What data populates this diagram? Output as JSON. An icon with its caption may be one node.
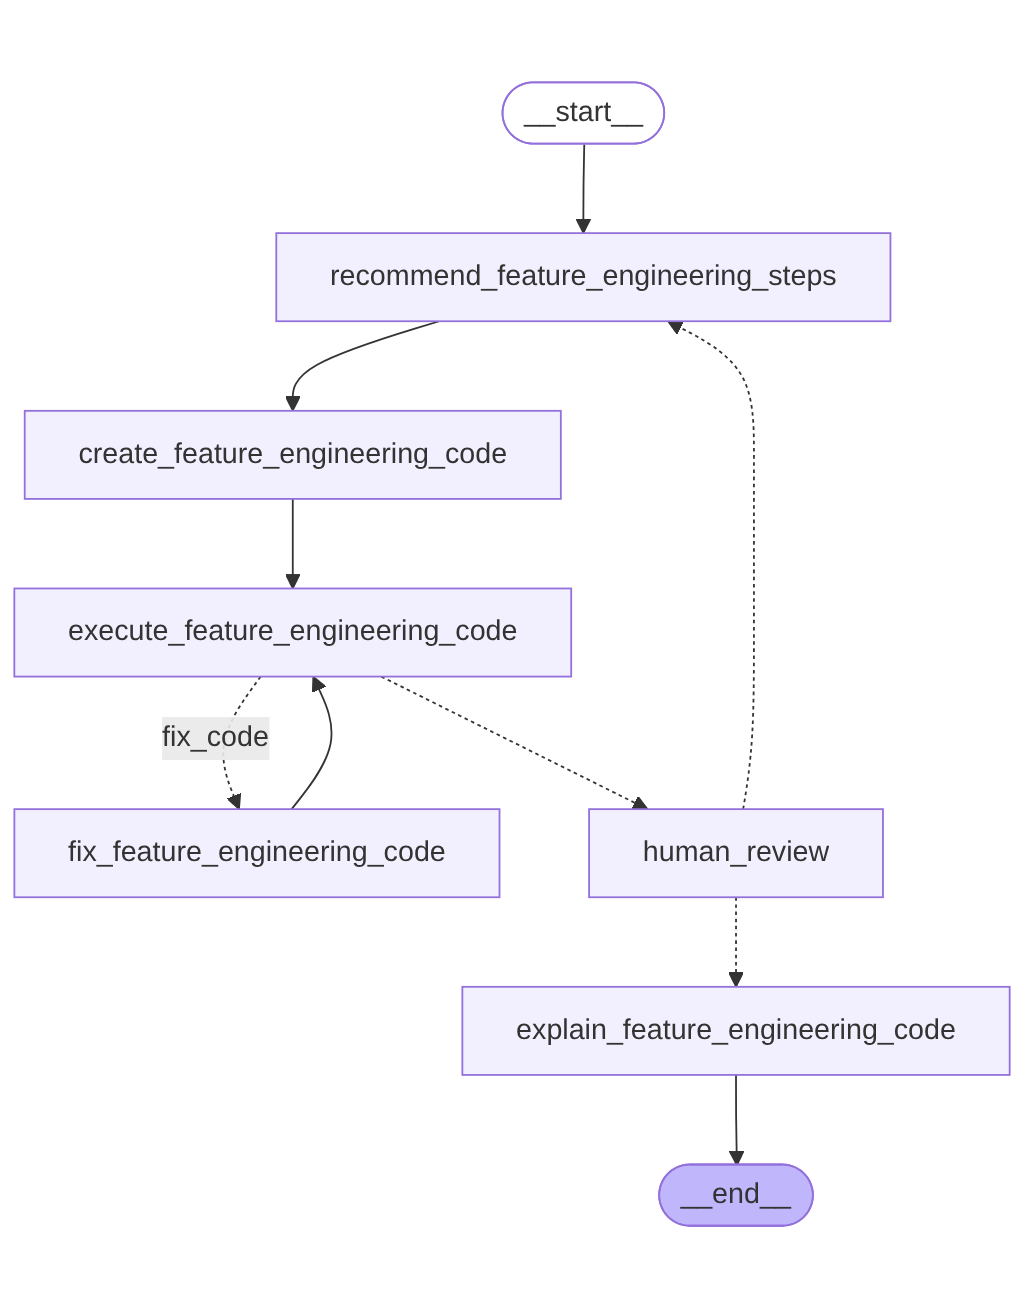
{
  "diagram": {
    "nodes": [
      {
        "text": [
          "__start__"
        ]
      },
      {
        "text": [
          "recommend_feature_engineering_steps"
        ]
      },
      {
        "text": [
          "create_feature_engineering_code"
        ]
      },
      {
        "text": [
          "execute_feature_engineering_code"
        ]
      },
      {
        "text": [
          "fix_feature_engineering_code"
        ]
      },
      {
        "text": [
          "human_review"
        ]
      },
      {
        "text": [
          "explain_feature_engineering_code"
        ]
      },
      {
        "text": [
          "__end__"
        ]
      }
    ],
    "edges": [
      {
        "from": 0,
        "to": 1,
        "arrow": "to"
      },
      {
        "from": 1,
        "to": 2,
        "arrow": "to"
      },
      {
        "from": 2,
        "to": 3,
        "arrow": "to"
      },
      {
        "from": 3,
        "to": 4,
        "arrow": "to",
        "label": "fix_code",
        "style": "dashed"
      },
      {
        "from": 4,
        "to": 3,
        "arrow": "to"
      },
      {
        "from": 3,
        "to": 5,
        "arrow": "to",
        "style": "dashed"
      },
      {
        "from": 5,
        "to": 1,
        "arrow": "to",
        "style": "dashed"
      },
      {
        "from": 5,
        "to": 6,
        "arrow": "to",
        "style": "dashed"
      },
      {
        "from": 6,
        "to": 7,
        "arrow": "to"
      }
    ]
  }
}
